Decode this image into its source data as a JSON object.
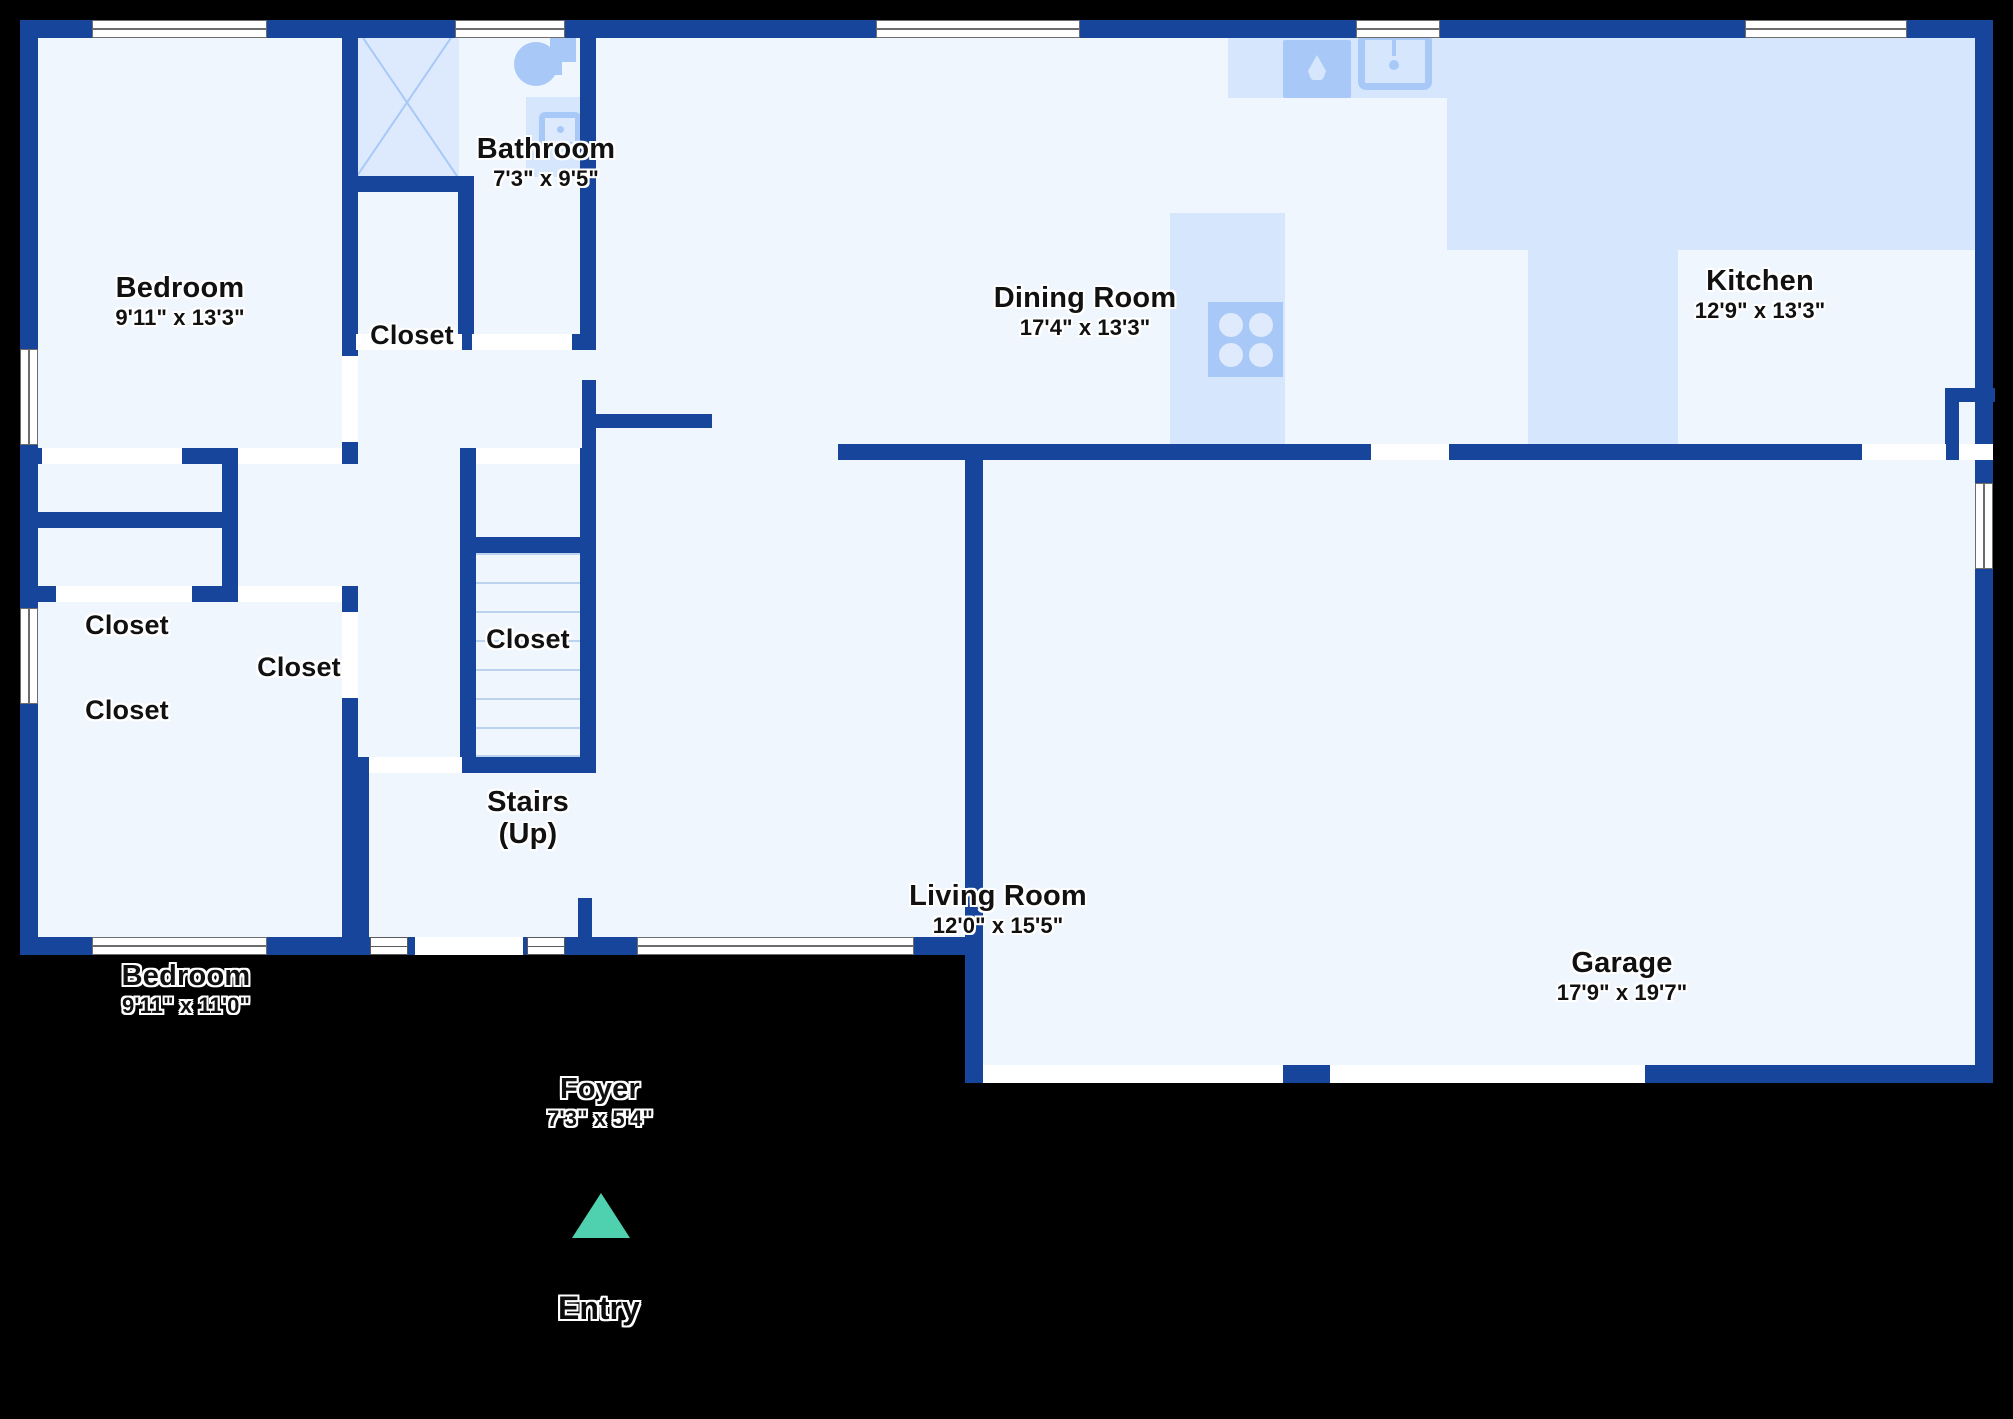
{
  "plan": {
    "type": "floor-plan",
    "level": "first-floor",
    "wall_color": "#16459b",
    "floor_color": "#eff6fe",
    "fixture_color": "#a8c9f7",
    "entry_marker_color": "#4fd1b0",
    "background_color": "#000000"
  },
  "rooms": [
    {
      "id": "bedroom-1",
      "name": "Bedroom",
      "dimensions": "9'11\" x 13'3\""
    },
    {
      "id": "bathroom",
      "name": "Bathroom",
      "dimensions": "7'3\" x 9'5\""
    },
    {
      "id": "closet-bath",
      "name": "Closet",
      "dimensions": ""
    },
    {
      "id": "dining-room",
      "name": "Dining Room",
      "dimensions": "17'4\" x 13'3\""
    },
    {
      "id": "kitchen",
      "name": "Kitchen",
      "dimensions": "12'9\" x 13'3\""
    },
    {
      "id": "closet-a",
      "name": "Closet",
      "dimensions": ""
    },
    {
      "id": "closet-b",
      "name": "Closet",
      "dimensions": ""
    },
    {
      "id": "closet-c",
      "name": "Closet",
      "dimensions": ""
    },
    {
      "id": "closet-stair",
      "name": "Closet",
      "dimensions": ""
    },
    {
      "id": "stairs",
      "name": "Stairs",
      "dimensions": "(Up)"
    },
    {
      "id": "bedroom-2",
      "name": "Bedroom",
      "dimensions": "9'11\" x 11'0\""
    },
    {
      "id": "living-room",
      "name": "Living Room",
      "dimensions": "12'0\" x 15'5\""
    },
    {
      "id": "foyer",
      "name": "Foyer",
      "dimensions": "7'3\" x 5'4\""
    },
    {
      "id": "garage",
      "name": "Garage",
      "dimensions": "17'9\" x 19'7\""
    }
  ],
  "entry": {
    "label": "Entry"
  },
  "fixtures": [
    {
      "id": "shower",
      "name": "shower-stall"
    },
    {
      "id": "toilet",
      "name": "toilet"
    },
    {
      "id": "bath-vanity",
      "name": "bathroom-sink"
    },
    {
      "id": "kitchen-sink",
      "name": "kitchen-sink"
    },
    {
      "id": "kitchen-basin",
      "name": "kitchen-basin"
    },
    {
      "id": "kitchen-counter",
      "name": "kitchen-counter"
    },
    {
      "id": "island",
      "name": "kitchen-island"
    },
    {
      "id": "cooktop",
      "name": "cooktop-4-burner"
    }
  ]
}
